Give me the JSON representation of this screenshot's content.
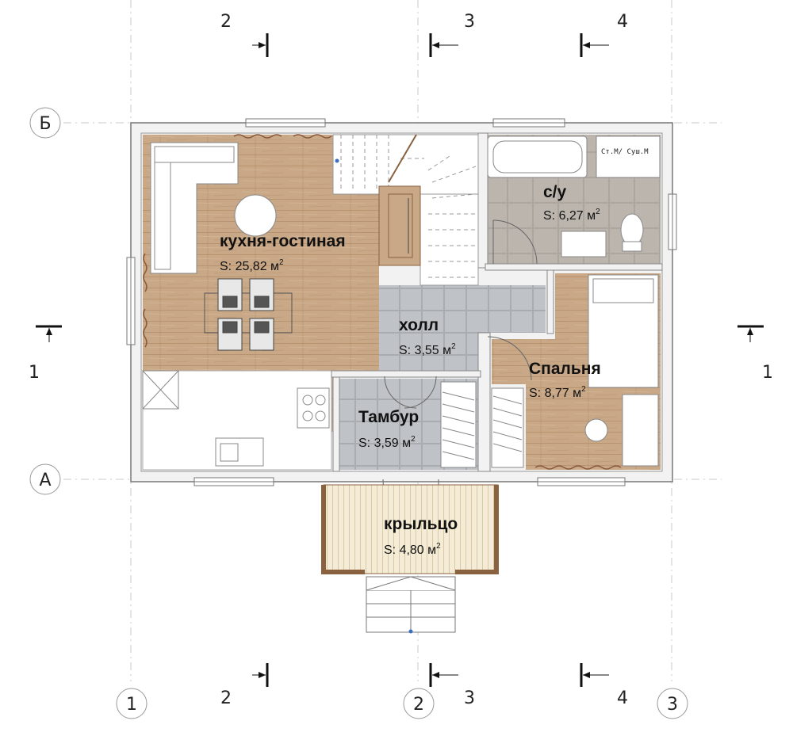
{
  "rooms": {
    "kitchen_living": {
      "name": "кухня-гостиная",
      "area": "S: 25,82 м",
      "unit_sup": "2"
    },
    "bathroom": {
      "name": "с/у",
      "area": "S: 6,27 м",
      "unit_sup": "2"
    },
    "hall": {
      "name": "холл",
      "area": "S: 3,55 м",
      "unit_sup": "2"
    },
    "bedroom": {
      "name": "Спальня",
      "area": "S: 8,77 м",
      "unit_sup": "2"
    },
    "vestibule": {
      "name": "Тамбур",
      "area": "S: 3,59 м",
      "unit_sup": "2"
    },
    "porch": {
      "name": "крыльцо",
      "area": "S: 4,80 м",
      "unit_sup": "2"
    }
  },
  "appliance_label": "Ст.М/ Суш.М",
  "axes": {
    "horizontal": [
      "Б",
      "А"
    ],
    "vertical_circles": [
      "1",
      "2",
      "3"
    ]
  },
  "sections": {
    "top": [
      "2",
      "3",
      "4"
    ],
    "bottom": [
      "2",
      "3",
      "4"
    ],
    "side": [
      "1",
      "1"
    ]
  },
  "colors": {
    "wood_floor": "#c9a887",
    "tile_floor": "#c1c4c8",
    "bath_floor": "#bdb7b1",
    "wall": "#f2f2f2",
    "porch_deck": "#f3ead2"
  }
}
